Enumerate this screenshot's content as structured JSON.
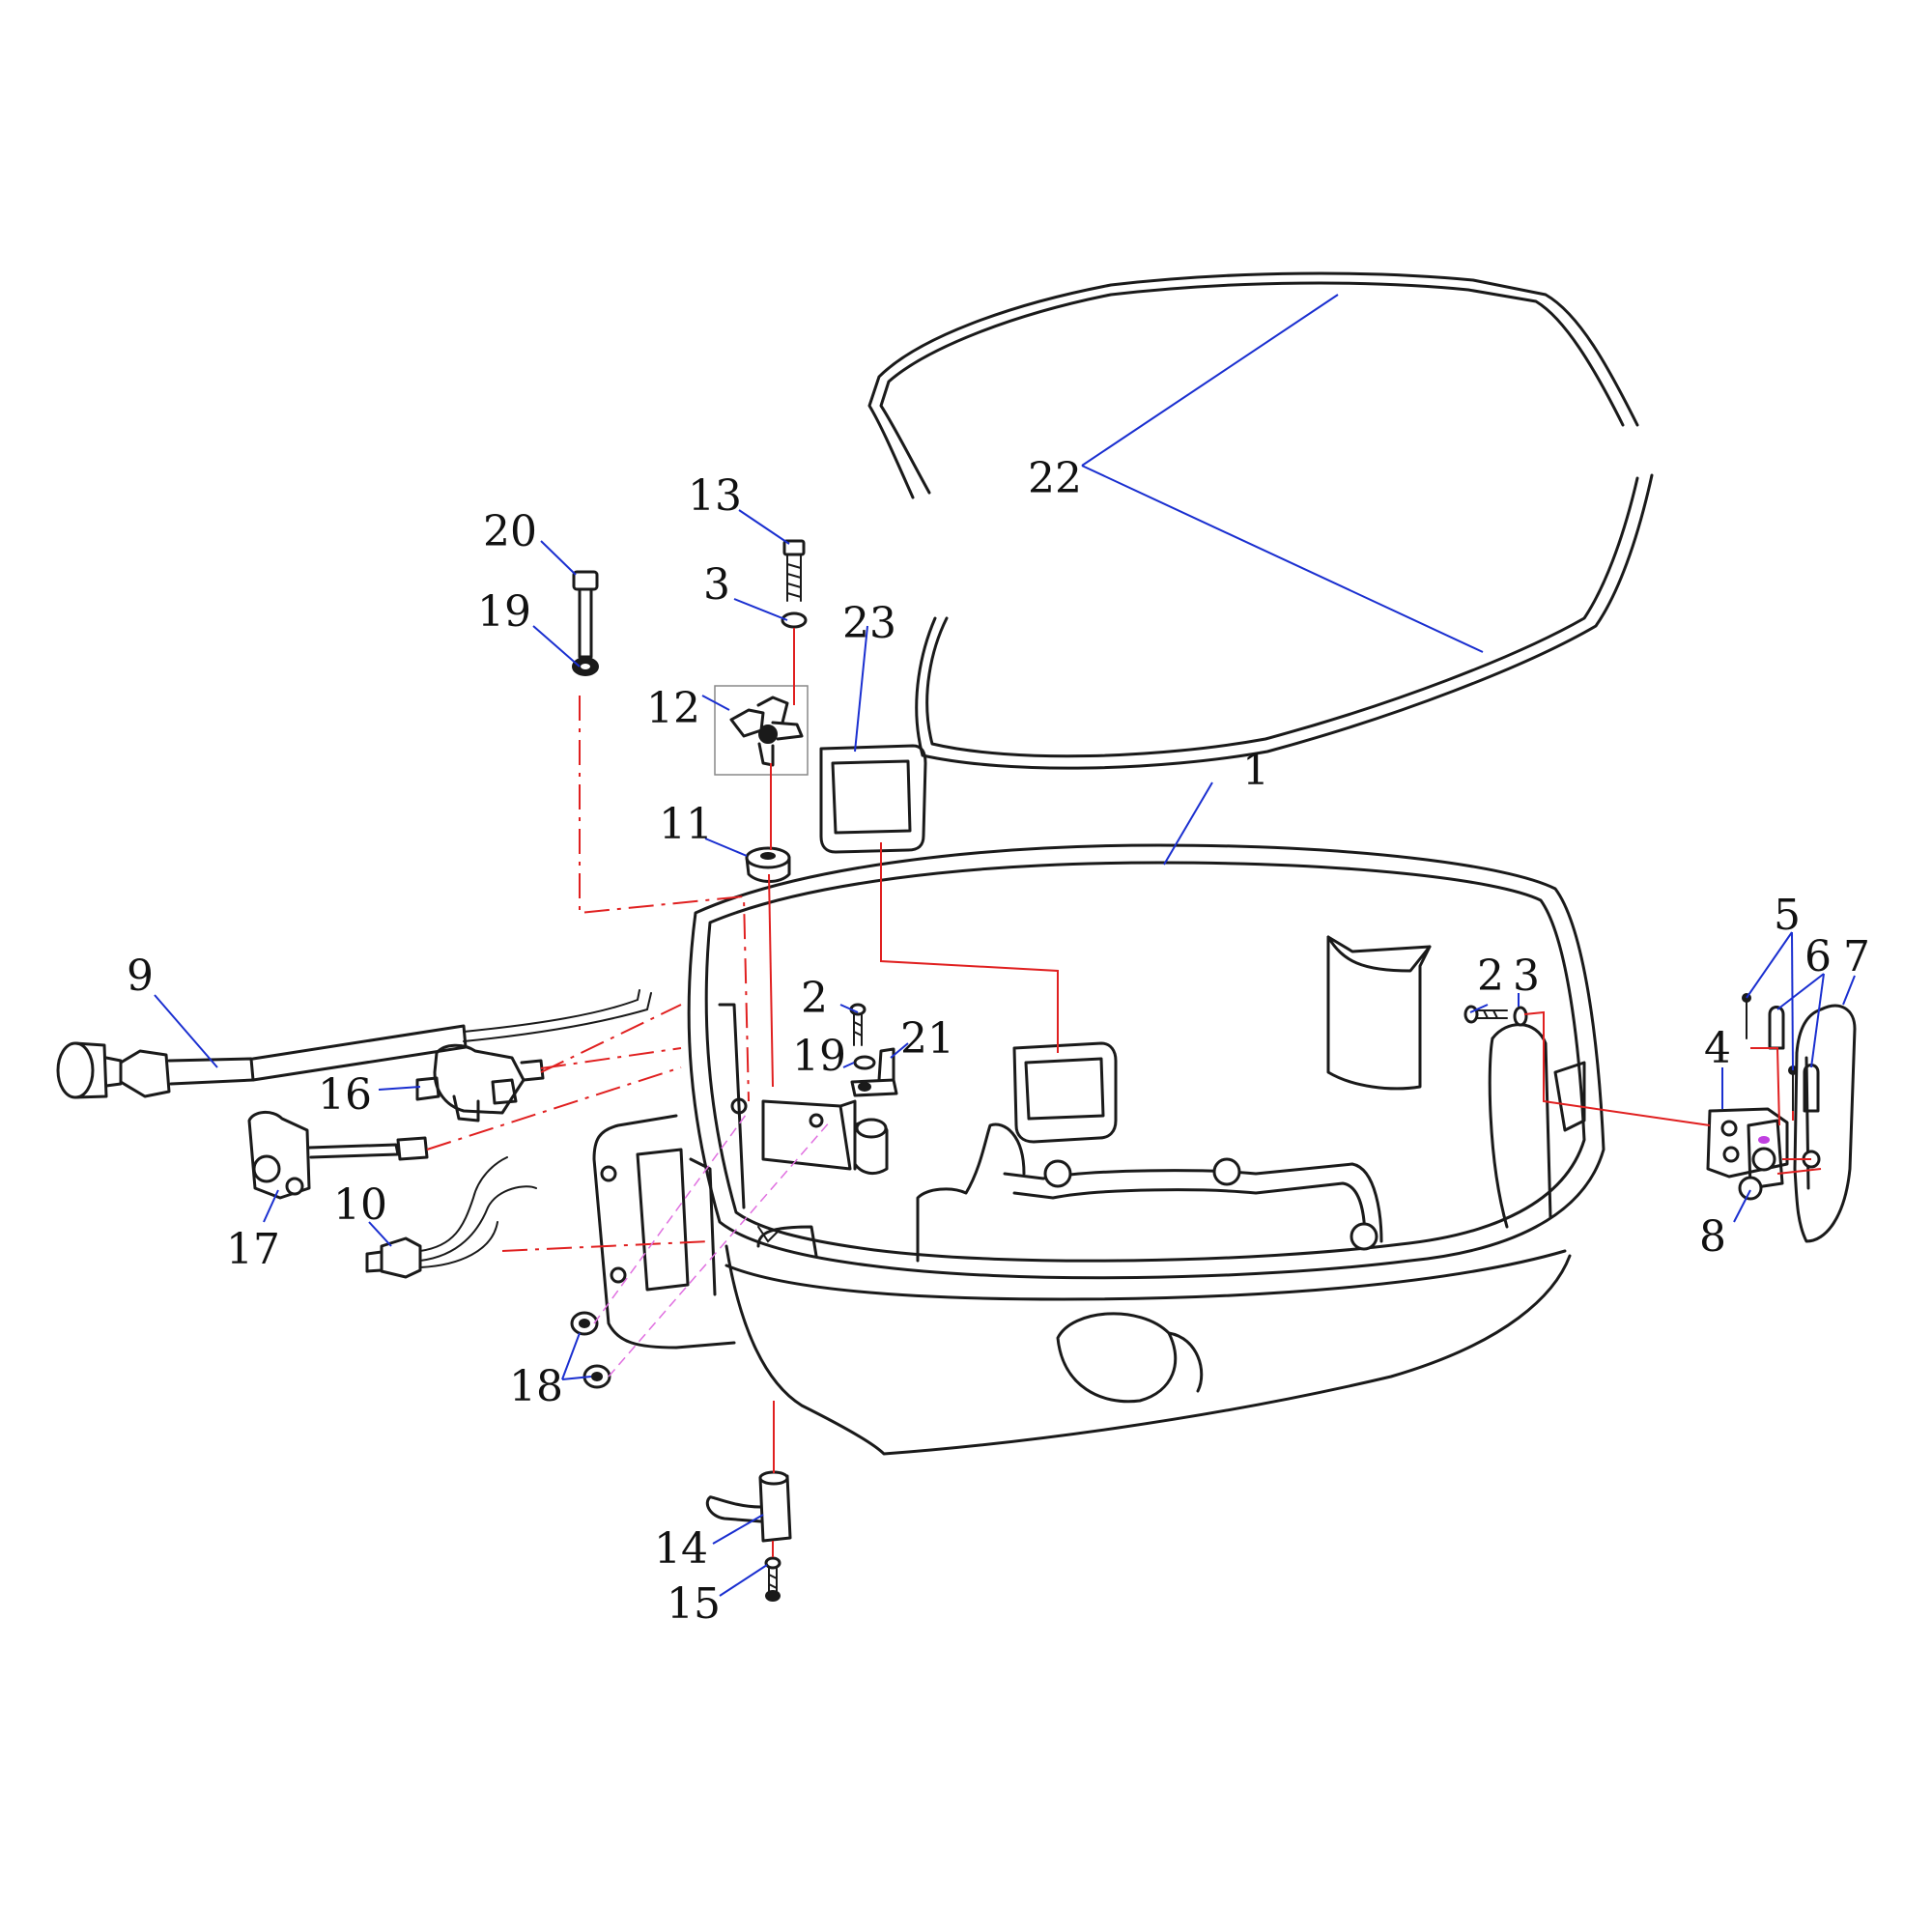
{
  "diagram": {
    "callouts": [
      {
        "id": "c1",
        "label": "1"
      },
      {
        "id": "c2a",
        "label": "2"
      },
      {
        "id": "c2b",
        "label": "2"
      },
      {
        "id": "c3a",
        "label": "3"
      },
      {
        "id": "c3b",
        "label": "3"
      },
      {
        "id": "c4",
        "label": "4"
      },
      {
        "id": "c5",
        "label": "5"
      },
      {
        "id": "c6",
        "label": "6"
      },
      {
        "id": "c7",
        "label": "7"
      },
      {
        "id": "c8",
        "label": "8"
      },
      {
        "id": "c9",
        "label": "9"
      },
      {
        "id": "c10",
        "label": "10"
      },
      {
        "id": "c11",
        "label": "11"
      },
      {
        "id": "c12",
        "label": "12"
      },
      {
        "id": "c13",
        "label": "13"
      },
      {
        "id": "c14",
        "label": "14"
      },
      {
        "id": "c15",
        "label": "15"
      },
      {
        "id": "c16",
        "label": "16"
      },
      {
        "id": "c17",
        "label": "17"
      },
      {
        "id": "c18",
        "label": "18"
      },
      {
        "id": "c19a",
        "label": "19"
      },
      {
        "id": "c19b",
        "label": "19"
      },
      {
        "id": "c20",
        "label": "20"
      },
      {
        "id": "c21",
        "label": "21"
      },
      {
        "id": "c22",
        "label": "22"
      },
      {
        "id": "c23",
        "label": "23"
      }
    ],
    "colors": {
      "leader": "#1a2fd0",
      "assembly_guide": "#e02020",
      "secondary_guide": "#e070e0",
      "linework": "#1a1a1a",
      "background": "#ffffff"
    }
  }
}
